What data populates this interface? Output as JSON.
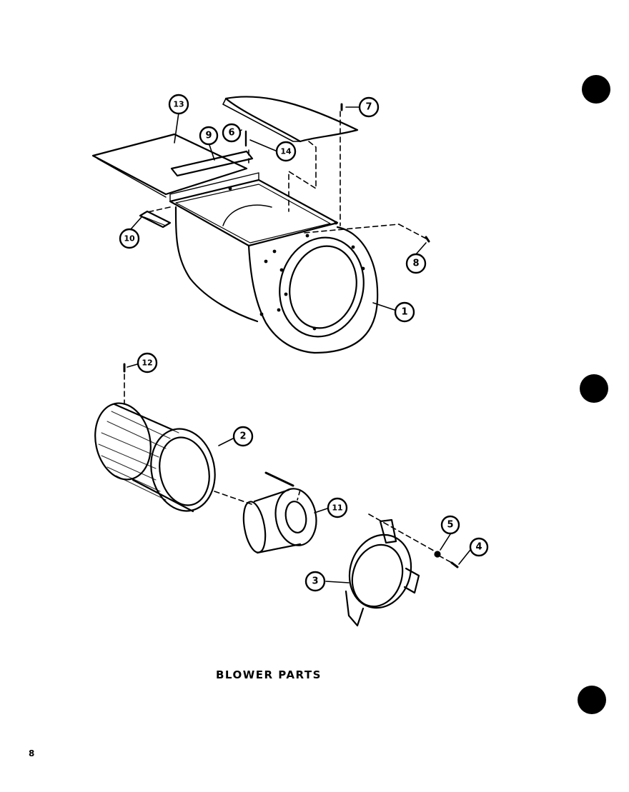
{
  "diagram": {
    "title": "BLOWER PARTS",
    "page_number": "8",
    "callouts": [
      "1",
      "2",
      "3",
      "4",
      "5",
      "6",
      "7",
      "8",
      "9",
      "10",
      "11",
      "12",
      "13",
      "14"
    ]
  },
  "colors": {
    "ink": "#000000",
    "paper": "#ffffff"
  }
}
